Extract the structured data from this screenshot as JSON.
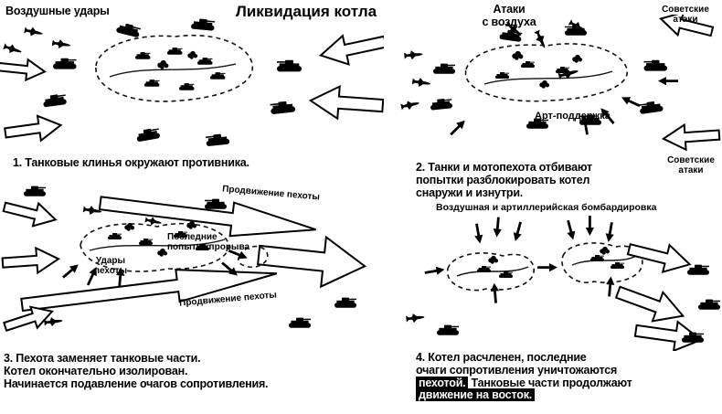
{
  "title": "Ликвидация котла",
  "colors": {
    "ink": "#000000",
    "paper": "#ffffff"
  },
  "panels": {
    "p1": {
      "air_label": "Воздушные удары",
      "caption": "1. Танковые клинья окружают противника."
    },
    "p2": {
      "air_label_line1": "Атаки",
      "air_label_line2": "с воздуха",
      "soviet_top_line1": "Советские",
      "soviet_top_line2": "атаки",
      "artillery_label": "Арт-поддержка",
      "soviet_bottom_line1": "Советские",
      "soviet_bottom_line2": "атаки",
      "caption_line1": "2. Танки и мотопехота отбивают",
      "caption_line2": "попытки разблокировать котел",
      "caption_line3": "снаружи и изнутри."
    },
    "p3": {
      "advance_top": "Продвижение пехоты",
      "breakout_line1": "Последние",
      "breakout_line2": "попытки прорыва",
      "strikes_line1": "Удары",
      "strikes_line2": "пехоты",
      "advance_bottom": "Продвижение пехоты",
      "caption_line1": "3. Пехота заменяет танковые части.",
      "caption_line2": "Котел окончательно изолирован.",
      "caption_line3": "Начинается подавление очагов сопротивления."
    },
    "p4": {
      "bombard_label": "Воздушная и артиллерийская бомбардировка",
      "caption_line1": "4. Котел расчленен, последние",
      "caption_line2": "очаги сопротивления уничтожаются",
      "caption_line3_hl": "пехотой.",
      "caption_line3_rest": "Танковые части продолжают",
      "caption_line4_hl": "движение на восток."
    }
  }
}
